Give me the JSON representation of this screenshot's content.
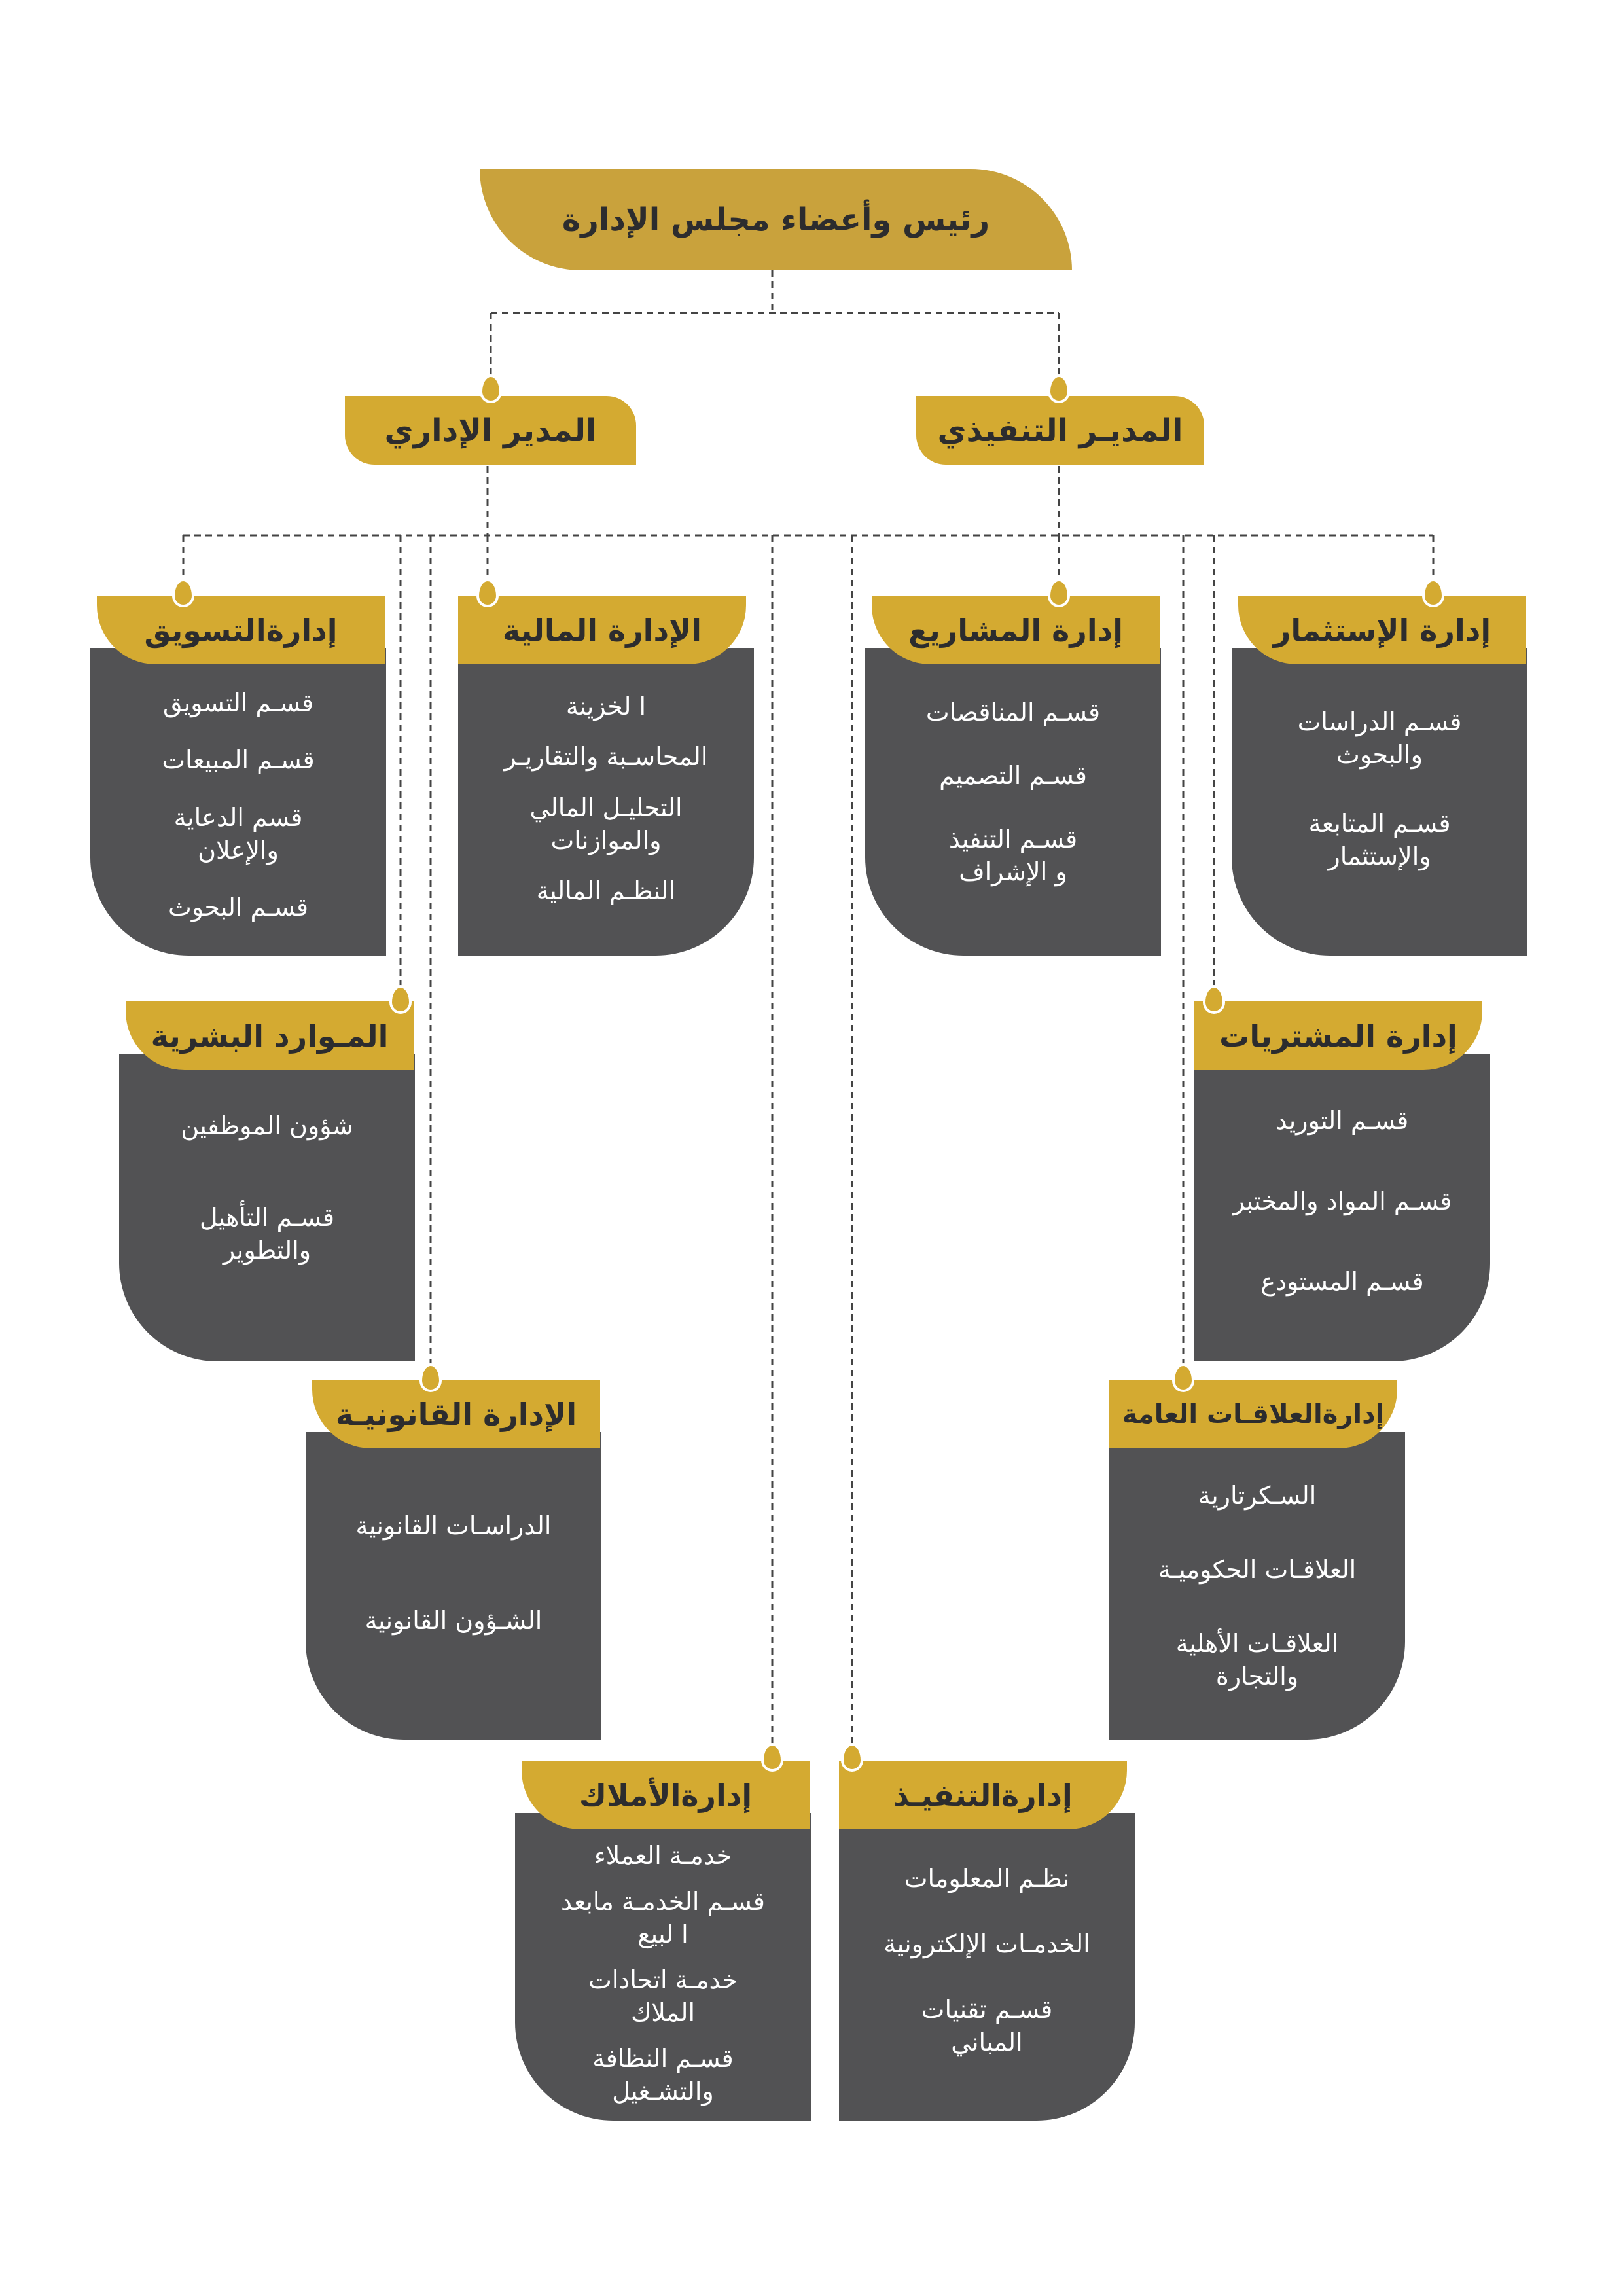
{
  "colors": {
    "gold": "#D4AA31",
    "dark_gray": "#525254",
    "text_dark": "#2c2c2e",
    "text_light": "#ffffff"
  },
  "board": {
    "title": "رئيس وأعضاء مجلس الإدارة"
  },
  "managers": {
    "admin": "المدير الإداري",
    "executive": "المديـر التنفيذي"
  },
  "departments": {
    "marketing": {
      "title": "إدارةالتسويق",
      "items": [
        "قسـم  التسويق",
        "قسـم  المبيعات",
        "قسم الدعاية\nوالإعلان",
        "قسـم  البحوث"
      ]
    },
    "finance": {
      "title": "الإدارة  المالية",
      "items": [
        "ا لخزينة",
        "المحاسـبة والتقاريـر",
        "التحليـل المالي\nوالموازنات",
        "النظـم المالية"
      ]
    },
    "projects": {
      "title": "إدارة  المشاريع",
      "items": [
        "قسـم المناقصات",
        "قسـم التصميم",
        "قسـم التنفيذ\nو الإشراف"
      ]
    },
    "investment": {
      "title": "إدارة  الإستثمار",
      "items": [
        "قسـم الدراسات\nوالبحوث",
        "قسـم المتابعة\nوالإستثمار"
      ]
    },
    "hr": {
      "title": "المـوارد البشرية",
      "items": [
        "شؤون الموظفين",
        "قسـم التأهيل\nوالتطوير"
      ]
    },
    "procurement": {
      "title": "إدارة  المشتريات",
      "items": [
        "قسـم التوريد",
        "قسـم المواد والمختبر",
        "قسـم المستودع"
      ]
    },
    "legal": {
      "title": "الإدارة القانونيـة",
      "items": [
        "الدراسـات القانونية",
        "الشـؤون القانونية"
      ]
    },
    "public_relations": {
      "title": "إدارةالعلاقـات العامة",
      "items": [
        "السـكرتارية",
        "العلاقـات الحكوميـة",
        "العلاقـات الأهلية\nوالتجارة"
      ]
    },
    "properties": {
      "title": "إدارةالأملاك",
      "items": [
        "خدمـة العملاء",
        "قسـم الخدمـة مابعد\nا لبيع",
        "خدمـة اتحادات\nالملاك",
        "قسـم النظافة\nوالتشـغيل"
      ]
    },
    "execution": {
      "title": "إدارةالتنفيـذ",
      "items": [
        "نظـم المعلومات",
        "الخدمـات الإلكترونية",
        "قسـم تقنيات\nالمباني"
      ]
    }
  }
}
